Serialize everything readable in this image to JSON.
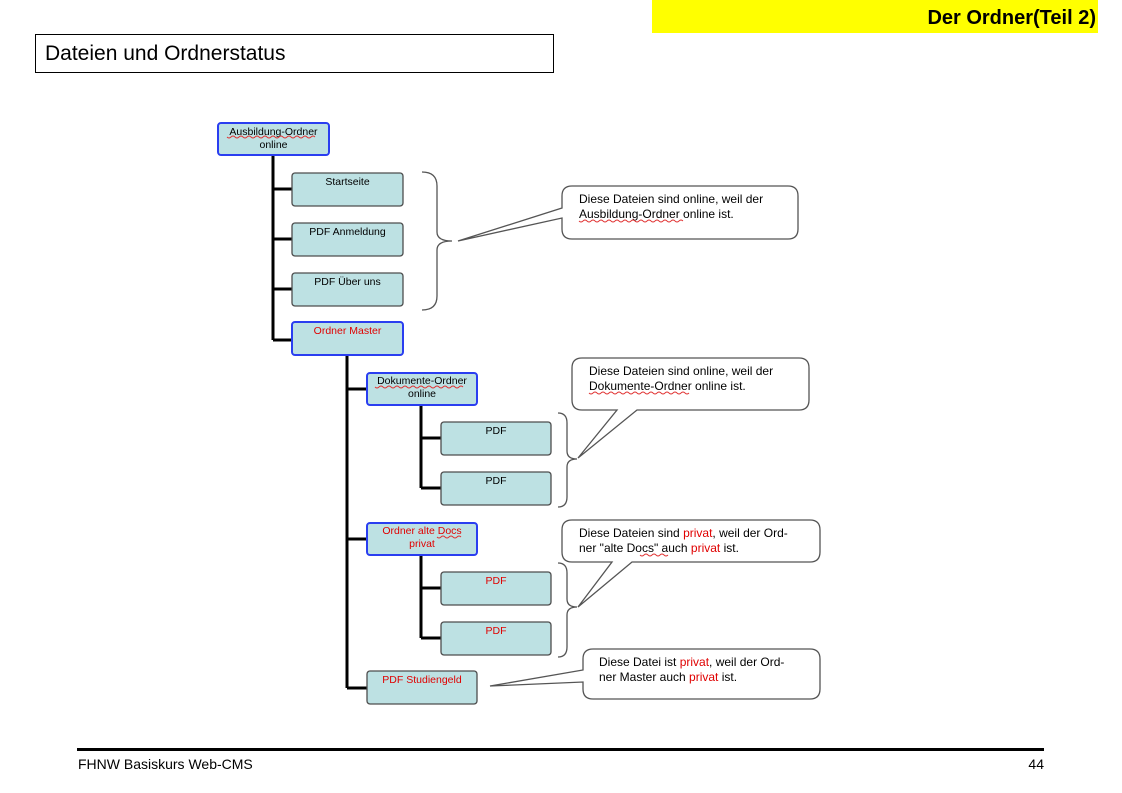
{
  "slide": {
    "title": "Der Ordner(Teil 2)",
    "subtitle": "Dateien und Ordnerstatus"
  },
  "footer": {
    "course": "FHNW Basiskurs Web-CMS",
    "page": "44"
  },
  "colors": {
    "title_bg": "#ffff00",
    "node_fill": "#bde1e3",
    "folder_border": "#2a3ef0",
    "file_border": "#4d4d4d",
    "private_text": "#e00000"
  },
  "tree": {
    "root": {
      "line1": "Ausbildung-Ordner",
      "line2": "online"
    },
    "startseite": "Startseite",
    "pdf_anmeldung": "PDF  Anmeldung",
    "pdf_ueber_uns": "PDF  Über uns",
    "ordner_master": "Ordner Master",
    "dokumente": {
      "line1": "Dokumente-Ordner",
      "line2": "online"
    },
    "dok_pdf1": "PDF",
    "dok_pdf2": "PDF",
    "alte_docs": {
      "line1": "Ordner alte Docs",
      "line2": "privat"
    },
    "alte_pdf1": "PDF",
    "alte_pdf2": "PDF",
    "studiengeld": "PDF Studiengeld"
  },
  "callouts": {
    "c1": {
      "l1": "Diese Dateien sind online, weil der",
      "l2": "Ausbildung-Ordner online ist."
    },
    "c2": {
      "l1": "Diese Dateien sind online, weil der",
      "l2": "Dokumente-Ordner online ist."
    },
    "c3": {
      "l1a": "Diese Dateien sind ",
      "l1b": "privat",
      "l1c": ", weil der Ord-",
      "l2a": "ner \"alte Docs\" auch ",
      "l2b": "privat",
      "l2c": " ist."
    },
    "c4": {
      "l1a": "Diese Datei ist ",
      "l1b": "privat",
      "l1c": ", weil der Ord-",
      "l2a": "ner Master auch ",
      "l2b": "privat",
      "l2c": " ist."
    }
  }
}
